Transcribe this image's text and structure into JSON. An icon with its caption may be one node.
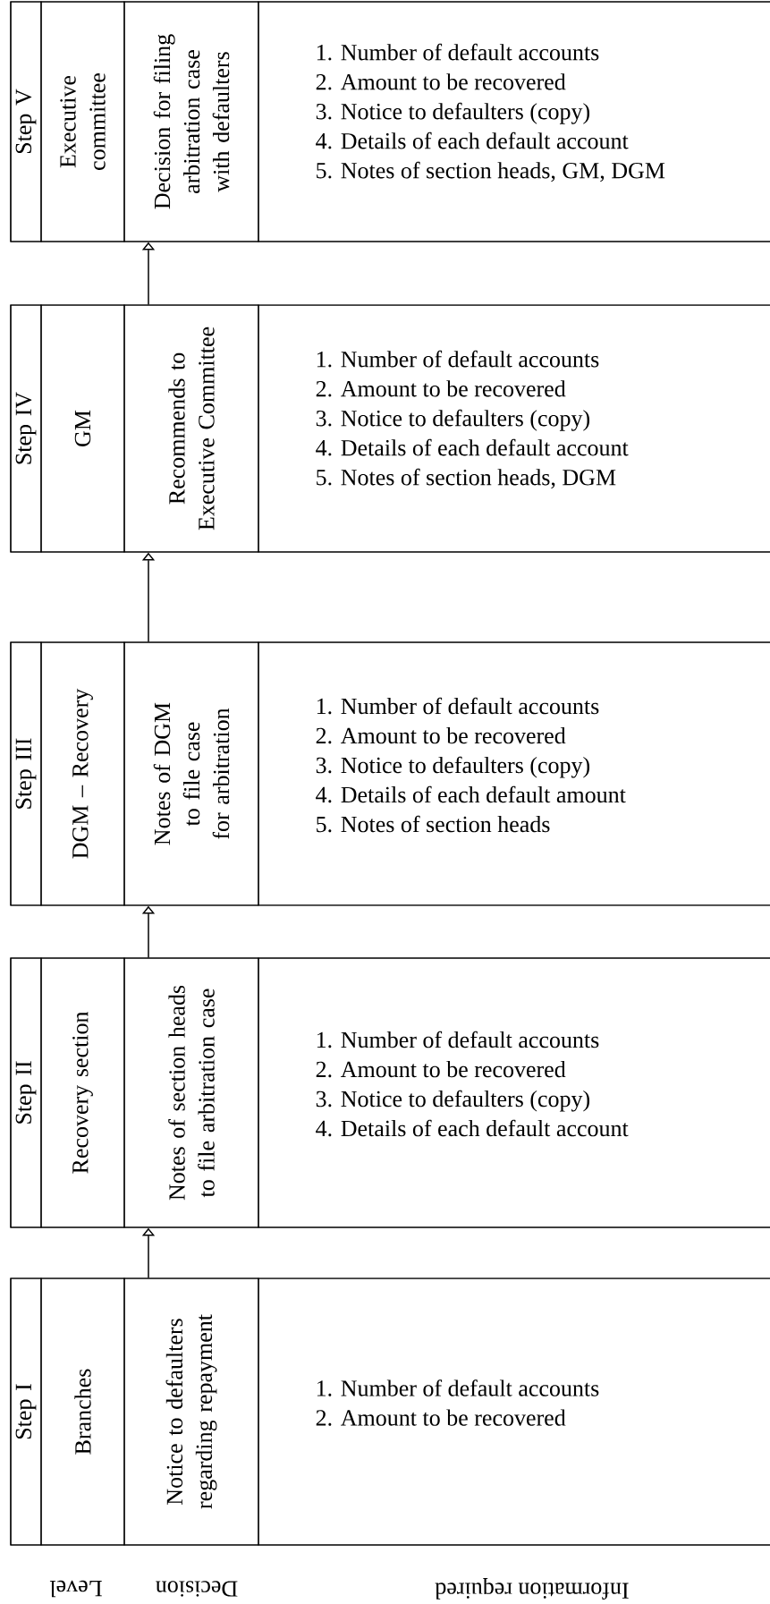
{
  "diagram": {
    "nodes": [
      {
        "text": [],
        "shape": "box"
      },
      {
        "text": [
          "Step V"
        ],
        "in": 0
      },
      {
        "text": [
          "Executive committee"
        ],
        "in": 0
      },
      {
        "text": [
          "Decision for filing arbitration case with defaulters"
        ],
        "in": 0
      },
      {
        "text": [
          "1. Number of default accounts",
          "2. Amount to be recovered",
          "3. Notice to defaulters (copy)",
          "4. Details of each default account",
          "5. Notes of section heads, GM, DGM"
        ],
        "in": 0
      },
      {
        "text": [],
        "shape": "box"
      },
      {
        "text": [
          "Step IV"
        ],
        "in": 5
      },
      {
        "text": [
          "GM"
        ],
        "in": 5
      },
      {
        "text": [
          "Recommends to Executive Committee"
        ],
        "in": 5
      },
      {
        "text": [
          "1. Number of default accounts",
          "2. Amount to be recovered",
          "3. Notice to defaulters (copy)",
          "4. Details of each default account",
          "5. Notes of section heads, DGM"
        ],
        "in": 5
      },
      {
        "text": [],
        "shape": "box"
      },
      {
        "text": [
          "Step III"
        ],
        "in": 10
      },
      {
        "text": [
          "DGM – Recovery"
        ],
        "in": 10
      },
      {
        "text": [
          "Notes of DGM to file case for arbitration"
        ],
        "in": 10
      },
      {
        "text": [
          "1. Number of default accounts",
          "2. Amount to be recovered",
          "3. Notice to defaulters (copy)",
          "4. Details of each default amount",
          "5. Notes of section heads"
        ],
        "in": 10
      },
      {
        "text": [],
        "shape": "box"
      },
      {
        "text": [
          "Step II"
        ],
        "in": 15
      },
      {
        "text": [
          "Recovery section"
        ],
        "in": 15
      },
      {
        "text": [
          "Notes of section heads to file arbitration case"
        ],
        "in": 15
      },
      {
        "text": [
          "1. Number of default accounts",
          "2. Amount to be recovered",
          "3. Notice to defaulters (copy)",
          "4. Details of each default account"
        ],
        "in": 15
      },
      {
        "text": [],
        "shape": "box"
      },
      {
        "text": [
          "Step I"
        ],
        "in": 20
      },
      {
        "text": [
          "Branches"
        ],
        "in": 20
      },
      {
        "text": [
          "Notice to defaulters regarding repayment"
        ],
        "in": 20
      },
      {
        "text": [
          "1. Number of default accounts",
          "2. Amount to be recovered"
        ],
        "in": 20
      }
    ],
    "edges": [
      {
        "from": 5,
        "to": 0,
        "arrow": "to"
      },
      {
        "from": 10,
        "to": 5,
        "arrow": "to"
      },
      {
        "from": 15,
        "to": 10,
        "arrow": "to"
      },
      {
        "from": 20,
        "to": 15,
        "arrow": "to"
      }
    ],
    "labels": [
      "Level",
      "Decision",
      "Information required"
    ]
  }
}
